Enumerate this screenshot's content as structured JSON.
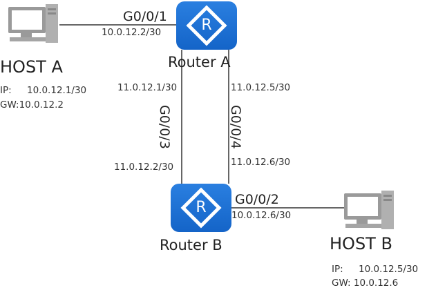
{
  "host_a": {
    "name": "HOST A",
    "ip_label": "IP:",
    "ip": "10.0.12.1/30",
    "gw": "GW:10.0.12.2"
  },
  "host_b": {
    "name": "HOST B",
    "ip_label": "IP:",
    "ip": "10.0.12.5/30",
    "gw": "GW: 10.0.12.6"
  },
  "router_a": {
    "name": "Router A",
    "icon_letter": "R",
    "g001": "G0/0/1",
    "g001_ip": "10.0.12.2/30",
    "g003_ip": "11.0.12.1/30",
    "g004_ip": "11.0.12.5/30"
  },
  "router_b": {
    "name": "Router B",
    "icon_letter": "R",
    "g002": "G0/0/2",
    "g002_ip": "10.0.12.6/30",
    "g003_ip": "11.0.12.2/30",
    "g004_ip": "11.0.12.6/30"
  },
  "links": {
    "left": "G0/0/3",
    "right": "G0/0/4"
  },
  "colors": {
    "router": "#1a6fd6",
    "host": "#9a9a9a",
    "link": "#666666"
  }
}
